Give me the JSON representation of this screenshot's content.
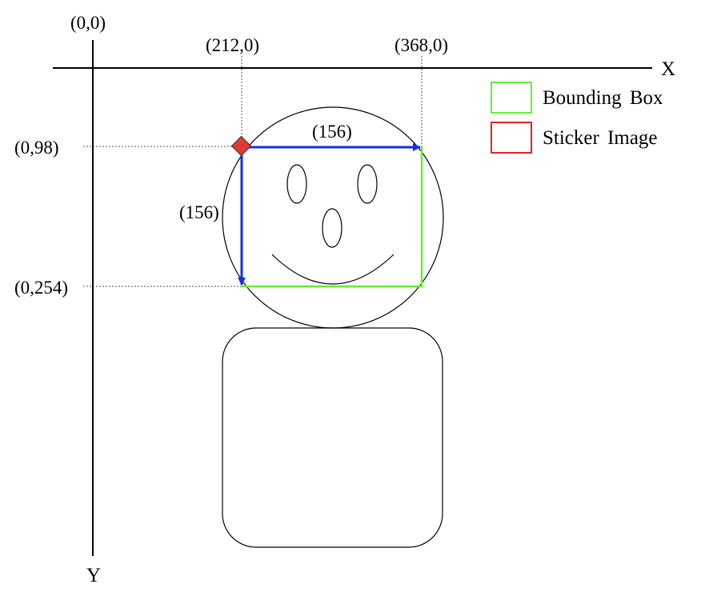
{
  "axes": {
    "x_label": "X",
    "y_label": "Y",
    "origin_label": "(0,0)"
  },
  "coordinates": {
    "x_start_label": "(212,0)",
    "x_end_label": "(368,0)",
    "y_start_label": "(0,98)",
    "y_end_label": "(0,254)",
    "width_label": "(156)",
    "height_label": "(156)"
  },
  "legend": {
    "items": [
      {
        "label": "Bounding Box",
        "color": "#66ee33"
      },
      {
        "label": "Sticker Image",
        "color": "#e8202a"
      }
    ]
  },
  "colors": {
    "arrow": "#1133dd",
    "bounding_box": "#66ee33",
    "corner_marker": "#e03a35",
    "outline": "#000000",
    "guide": "#555555"
  }
}
